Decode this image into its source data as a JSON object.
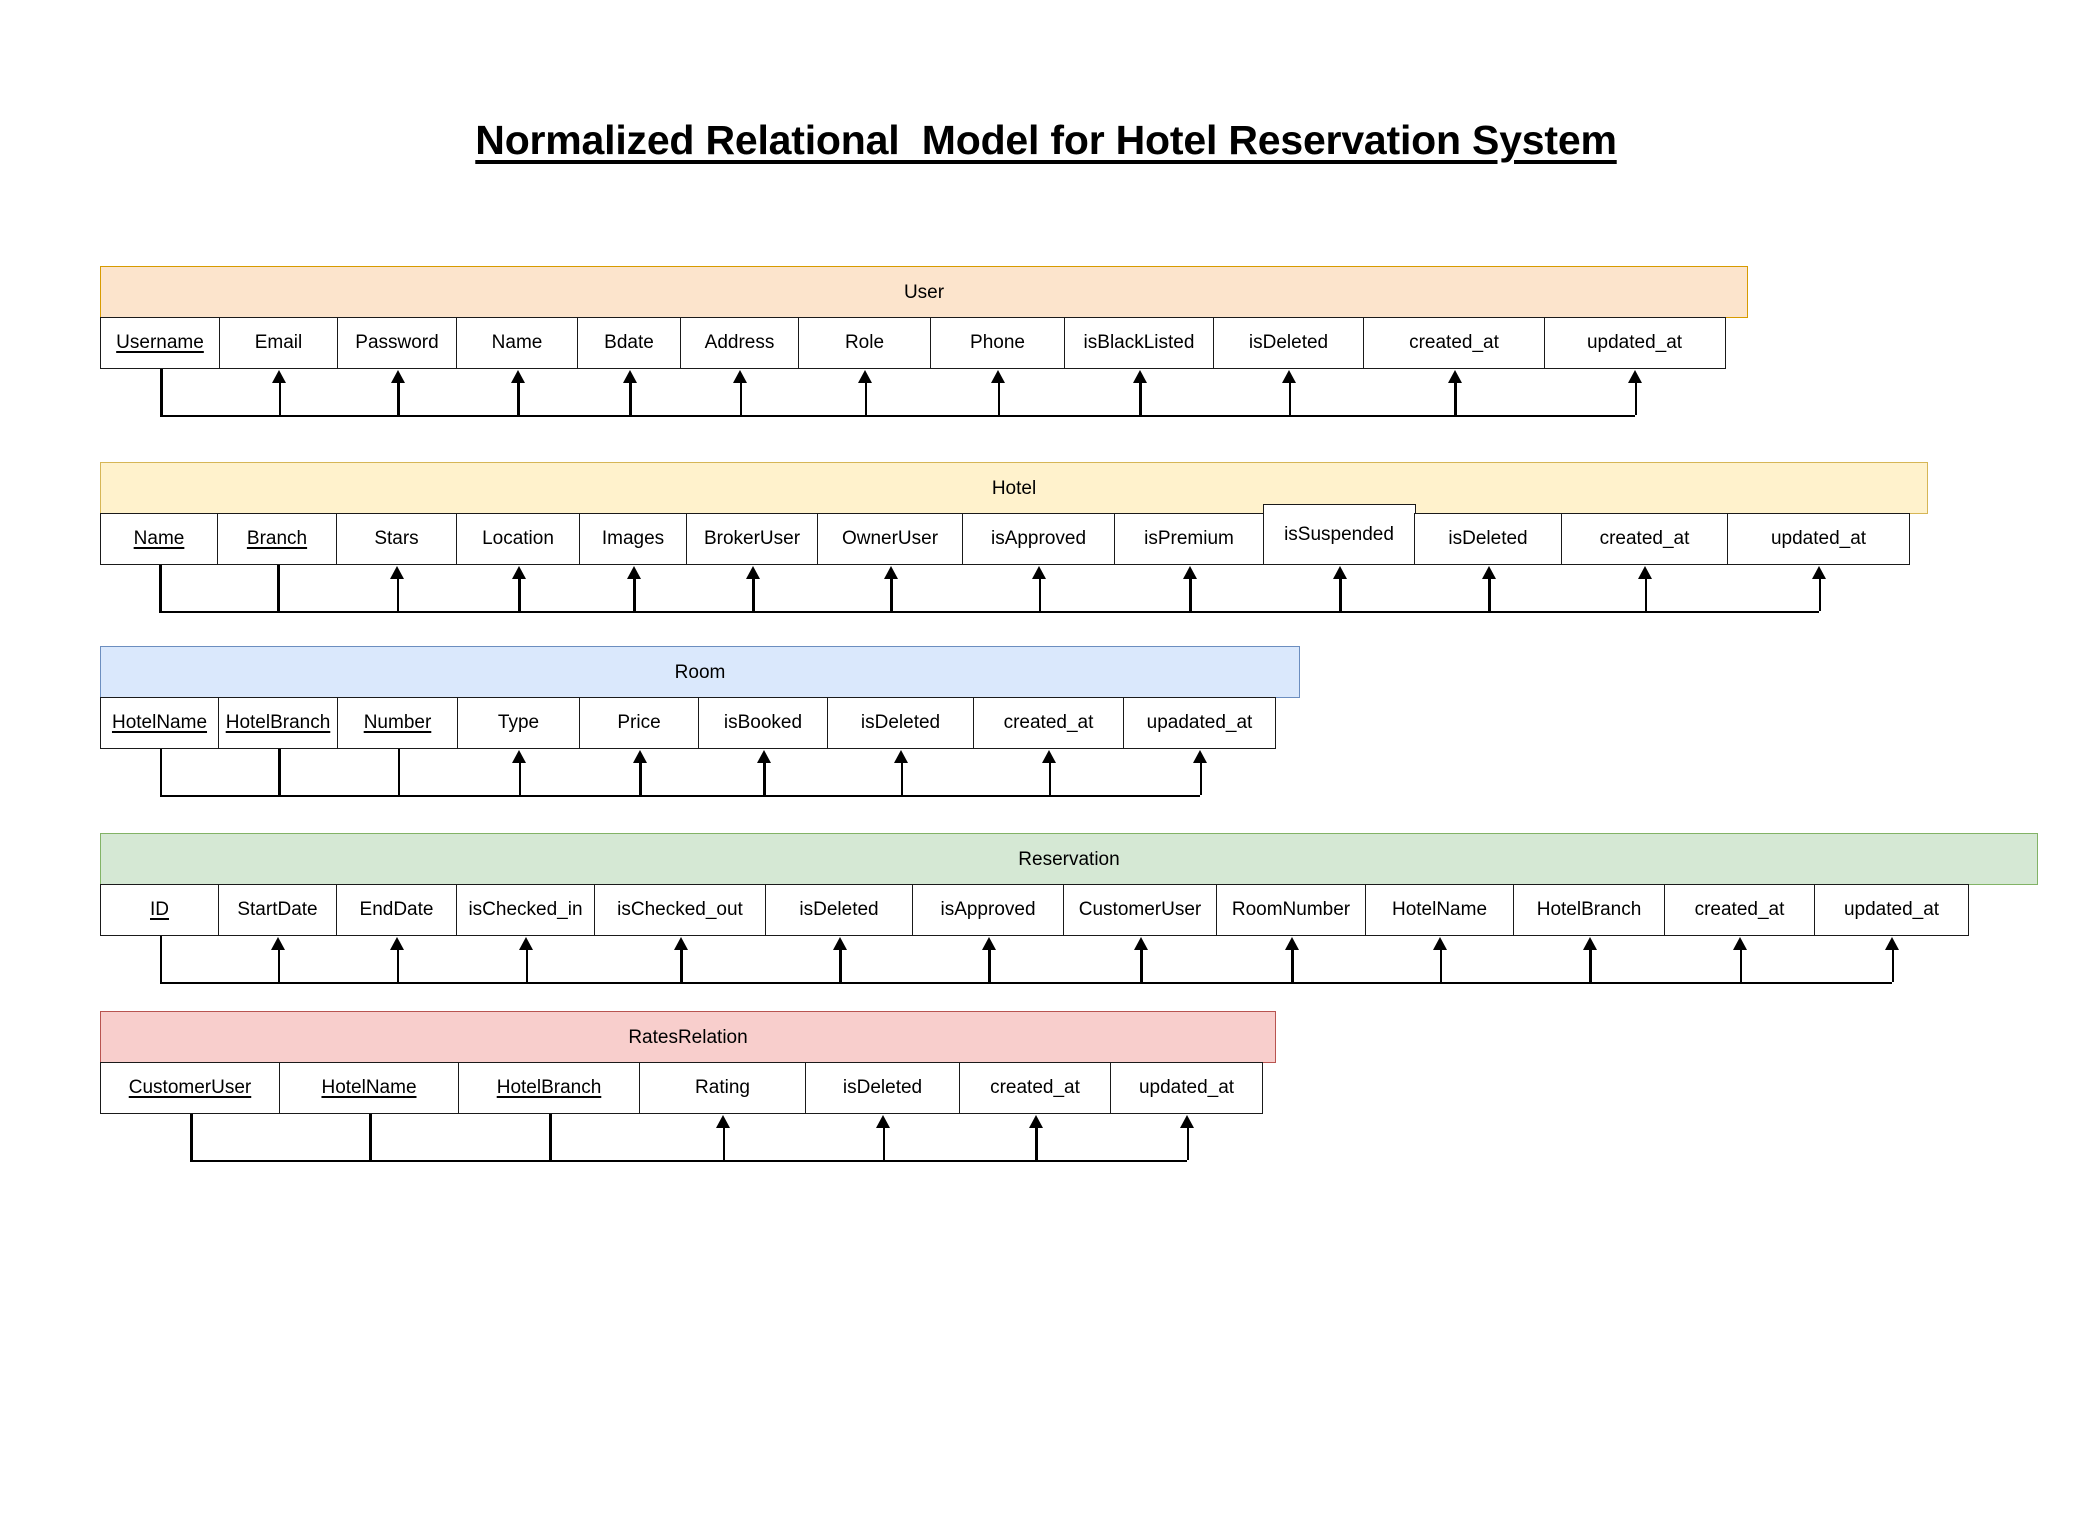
{
  "page": {
    "title_part1": "Normalized Relational  Model for Hotel Reservation System"
  },
  "colors": {
    "user_fill": "#FCE4CC",
    "user_border": "#D79B00",
    "hotel_fill": "#FFF2CC",
    "hotel_border": "#D6B656",
    "room_fill": "#DAE8FC",
    "room_border": "#6C8EBF",
    "reservation_fill": "#D5E8D4",
    "reservation_border": "#82B366",
    "rates_fill": "#F8CECC",
    "rates_border": "#B85450",
    "line": "#000000"
  },
  "relations": [
    {
      "name": "User",
      "attributes": [
        {
          "label": "Username",
          "key": true,
          "width": 120
        },
        {
          "label": "Email",
          "key": false,
          "width": 120
        },
        {
          "label": "Password",
          "key": false,
          "width": 120
        },
        {
          "label": "Name",
          "key": false,
          "width": 123
        },
        {
          "label": "Bdate",
          "key": false,
          "width": 104
        },
        {
          "label": "Address",
          "key": false,
          "width": 120
        },
        {
          "label": "Role",
          "key": false,
          "width": 133
        },
        {
          "label": "Phone",
          "key": false,
          "width": 136
        },
        {
          "label": "isBlackListed",
          "key": false,
          "width": 150
        },
        {
          "label": "isDeleted",
          "key": false,
          "width": 152
        },
        {
          "label": "created_at",
          "key": false,
          "width": 182
        },
        {
          "label": "updated_at",
          "key": false,
          "width": 182
        }
      ]
    },
    {
      "name": "Hotel",
      "attributes": [
        {
          "label": "Name",
          "key": true,
          "width": 118
        },
        {
          "label": "Branch",
          "key": true,
          "width": 121
        },
        {
          "label": "Stars",
          "key": false,
          "width": 121
        },
        {
          "label": "Location",
          "key": false,
          "width": 125
        },
        {
          "label": "Images",
          "key": false,
          "width": 108
        },
        {
          "label": "BrokerUser",
          "key": false,
          "width": 133
        },
        {
          "label": "OwnerUser",
          "key": false,
          "width": 146
        },
        {
          "label": "isApproved",
          "key": false,
          "width": 154
        },
        {
          "label": "isPremium",
          "key": false,
          "width": 150
        },
        {
          "label": "isSuspended",
          "key": false,
          "width": 153,
          "raised": true
        },
        {
          "label": "isDeleted",
          "key": false,
          "width": 148
        },
        {
          "label": "created_at",
          "key": false,
          "width": 168
        },
        {
          "label": "updated_at",
          "key": false,
          "width": 183
        }
      ]
    },
    {
      "name": "Room",
      "attributes": [
        {
          "label": "HotelName",
          "key": true,
          "width": 119
        },
        {
          "label": "HotelBranch",
          "key": true,
          "width": 121
        },
        {
          "label": "Number",
          "key": true,
          "width": 121
        },
        {
          "label": "Type",
          "key": false,
          "width": 124
        },
        {
          "label": "Price",
          "key": false,
          "width": 120
        },
        {
          "label": "isBooked",
          "key": false,
          "width": 131
        },
        {
          "label": "isDeleted",
          "key": false,
          "width": 147
        },
        {
          "label": "created_at",
          "key": false,
          "width": 152
        },
        {
          "label": "upadated_at",
          "key": false,
          "width": 153
        }
      ]
    },
    {
      "name": "Reservation",
      "attributes": [
        {
          "label": "ID",
          "key": true,
          "width": 119
        },
        {
          "label": "StartDate",
          "key": false,
          "width": 120
        },
        {
          "label": "EndDate",
          "key": false,
          "width": 121
        },
        {
          "label": "isChecked_in",
          "key": false,
          "width": 140
        },
        {
          "label": "isChecked_out",
          "key": false,
          "width": 172
        },
        {
          "label": "isDeleted",
          "key": false,
          "width": 149
        },
        {
          "label": "isApproved",
          "key": false,
          "width": 152
        },
        {
          "label": "CustomerUser",
          "key": false,
          "width": 155
        },
        {
          "label": "RoomNumber",
          "key": false,
          "width": 150
        },
        {
          "label": "HotelName",
          "key": false,
          "width": 150
        },
        {
          "label": "HotelBranch",
          "key": false,
          "width": 152
        },
        {
          "label": "created_at",
          "key": false,
          "width": 152
        },
        {
          "label": "updated_at",
          "key": false,
          "width": 155
        }
      ]
    },
    {
      "name": "RatesRelation",
      "attributes": [
        {
          "label": "CustomerUser",
          "key": true,
          "width": 180
        },
        {
          "label": "HotelName",
          "key": true,
          "width": 181
        },
        {
          "label": "HotelBranch",
          "key": true,
          "width": 182
        },
        {
          "label": "Rating",
          "key": false,
          "width": 168
        },
        {
          "label": "isDeleted",
          "key": false,
          "width": 155
        },
        {
          "label": "created_at",
          "key": false,
          "width": 153
        },
        {
          "label": "updated_at",
          "key": false,
          "width": 153
        }
      ]
    }
  ]
}
